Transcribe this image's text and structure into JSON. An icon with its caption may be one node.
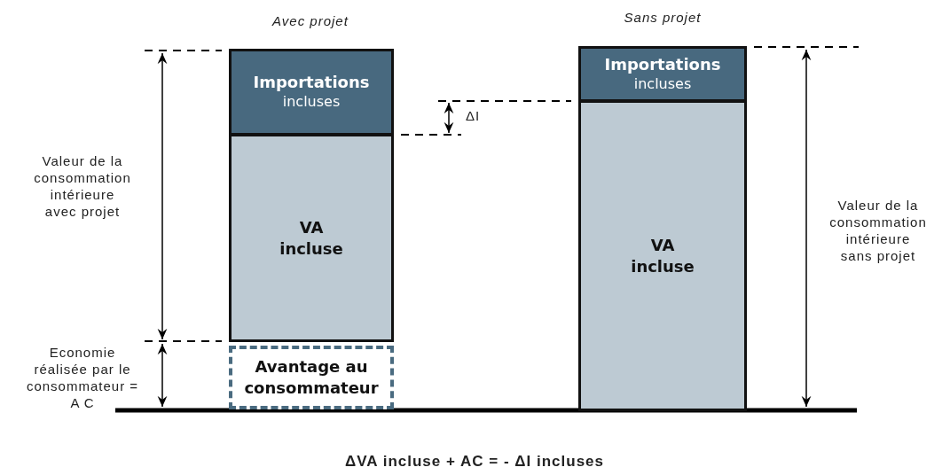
{
  "diagram": {
    "caption": "ΔVA incluse + AC = - ΔI incluses",
    "nodes": [
      {
        "text": [
          "Importations",
          "incluses"
        ]
      },
      {
        "text": [
          "VA incluse"
        ]
      },
      {
        "text": [
          "Avantage au consommateur"
        ]
      },
      {
        "text": [
          "Importations",
          "incluses"
        ]
      },
      {
        "text": [
          "VA incluse"
        ]
      }
    ],
    "labels": [
      "Avec projet",
      "Sans projet",
      "ΔI",
      "Valeur de la consommation intérieure avec projet",
      "Valeur de la consommation intérieure sans projet",
      "Economie réalisée par le consommateur = A C"
    ]
  }
}
